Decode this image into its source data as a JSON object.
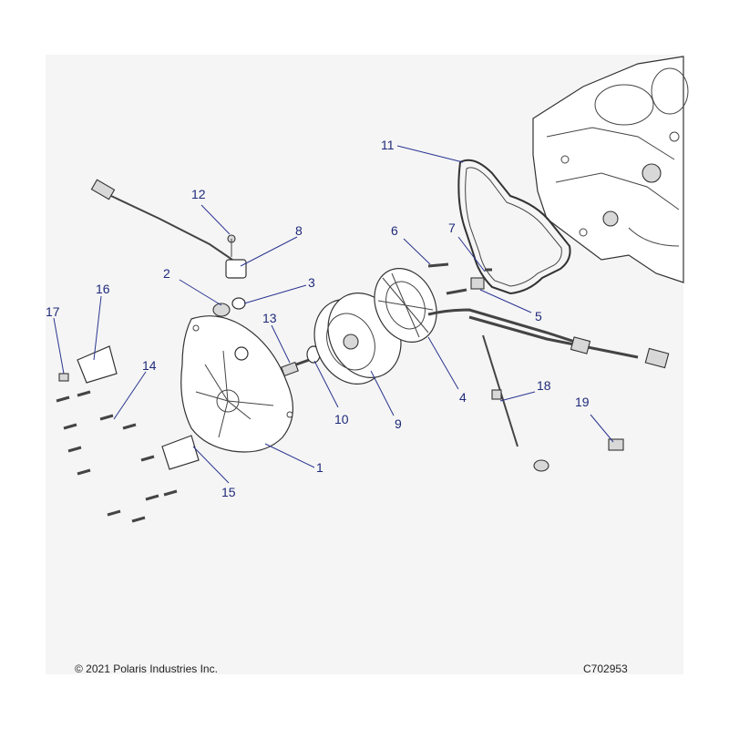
{
  "callouts": [
    {
      "id": "1",
      "label": "1"
    },
    {
      "id": "2",
      "label": "2"
    },
    {
      "id": "3",
      "label": "3"
    },
    {
      "id": "4",
      "label": "4"
    },
    {
      "id": "5",
      "label": "5"
    },
    {
      "id": "6",
      "label": "6"
    },
    {
      "id": "7",
      "label": "7"
    },
    {
      "id": "8",
      "label": "8"
    },
    {
      "id": "9",
      "label": "9"
    },
    {
      "id": "10",
      "label": "10"
    },
    {
      "id": "11",
      "label": "11"
    },
    {
      "id": "12",
      "label": "12"
    },
    {
      "id": "13",
      "label": "13"
    },
    {
      "id": "14",
      "label": "14"
    },
    {
      "id": "15",
      "label": "15"
    },
    {
      "id": "16",
      "label": "16"
    },
    {
      "id": "17",
      "label": "17"
    },
    {
      "id": "18",
      "label": "18"
    },
    {
      "id": "19",
      "label": "19"
    }
  ],
  "footer": {
    "copyright": "© 2021 Polaris Industries Inc.",
    "code": "C702953"
  },
  "colors": {
    "callout": "#1f2a7a",
    "line_art": "#333333",
    "sheet_background": "#f5f5f5"
  }
}
